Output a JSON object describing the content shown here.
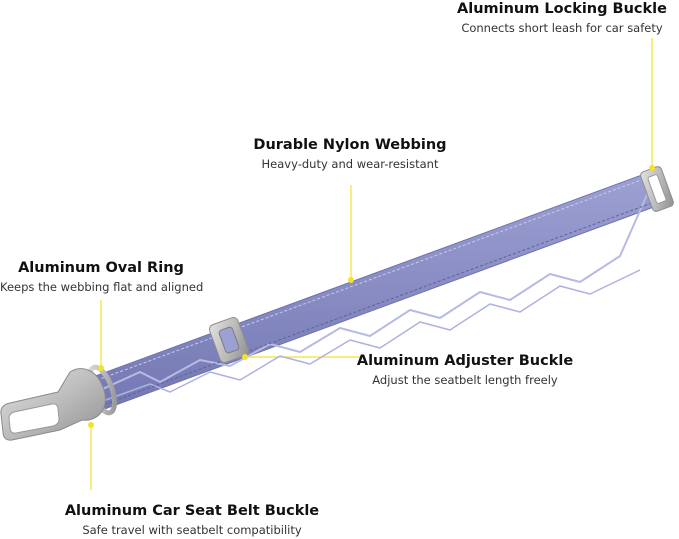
{
  "colors": {
    "webbing": "#8b8fc4",
    "webbing_dark": "#6f73ad",
    "webbing_pattern": "#b7bbe4",
    "metal": "#c4c4c4",
    "metal_dark": "#8e8e8e",
    "leader": "#f3e12a"
  },
  "callouts": {
    "locking_buckle": {
      "title": "Aluminum Locking Buckle",
      "subtitle": "Connects short leash for car safety"
    },
    "nylon_webbing": {
      "title": "Durable Nylon Webbing",
      "subtitle": "Heavy-duty and wear-resistant"
    },
    "oval_ring": {
      "title": "Aluminum Oval Ring",
      "subtitle": "Keeps the webbing flat and aligned"
    },
    "adjuster_buckle": {
      "title": "Aluminum Adjuster Buckle",
      "subtitle": "Adjust the seatbelt length freely"
    },
    "seat_belt_buckle": {
      "title": "Aluminum Car Seat Belt Buckle",
      "subtitle": "Safe travel with seatbelt compatibility"
    }
  }
}
